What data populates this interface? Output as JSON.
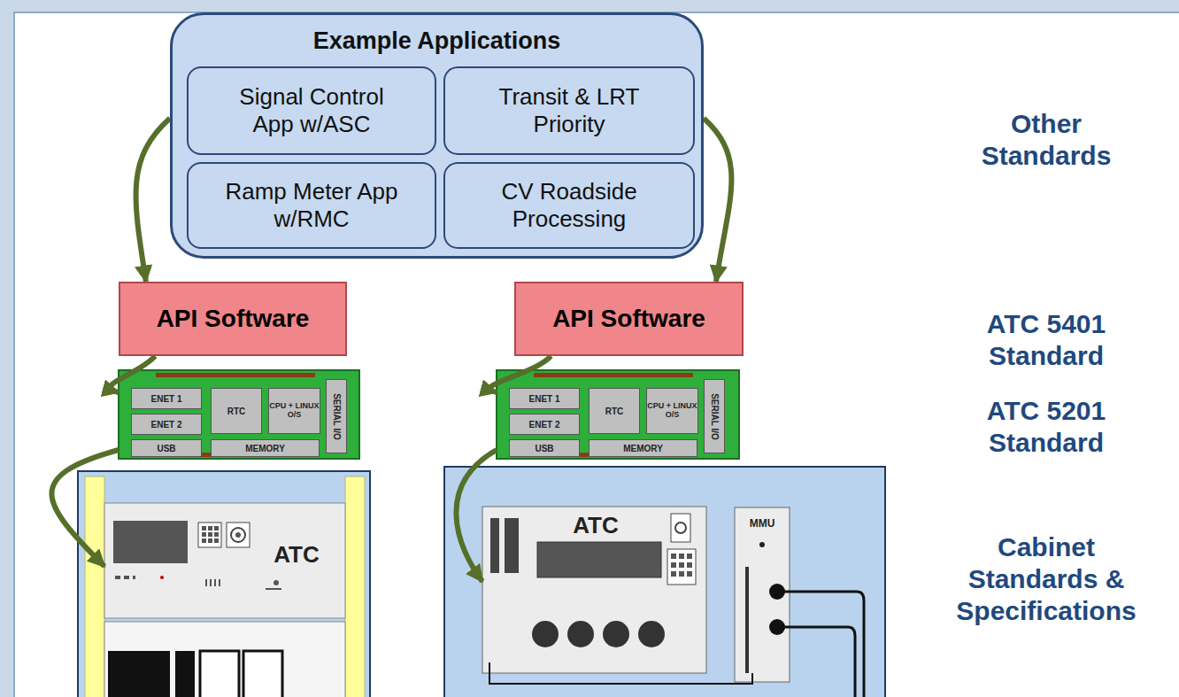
{
  "diagram": {
    "nodes": [
      {
        "text": [
          "Example Applications"
        ]
      },
      {
        "text": [
          "Signal Control App w/ASC"
        ],
        "in": 0
      },
      {
        "text": [
          "Transit & LRT Priority"
        ],
        "in": 0
      },
      {
        "text": [
          "Ramp Meter App w/RMC"
        ],
        "in": 0
      },
      {
        "text": [
          "CV Roadside Processing"
        ],
        "in": 0
      },
      {
        "text": [
          "API Software"
        ]
      },
      {
        "text": [
          "API Software"
        ]
      },
      {
        "text": []
      },
      {
        "text": [
          "ENET 1"
        ],
        "in": 7
      },
      {
        "text": [
          "RTC"
        ],
        "in": 7
      },
      {
        "text": [
          "CPU + LINUX O/S"
        ],
        "in": 7
      },
      {
        "text": [
          "SERIAL I/O"
        ],
        "in": 7
      },
      {
        "text": [
          "ENET 2"
        ],
        "in": 7
      },
      {
        "text": [
          "USB"
        ],
        "in": 7
      },
      {
        "text": [
          "MEMORY"
        ],
        "in": 7
      },
      {
        "text": []
      },
      {
        "text": [
          "ENET 1"
        ],
        "in": 15
      },
      {
        "text": [
          "RTC"
        ],
        "in": 15
      },
      {
        "text": [
          "CPU + LINUX O/S"
        ],
        "in": 15
      },
      {
        "text": [
          "SERIAL I/O"
        ],
        "in": 15
      },
      {
        "text": [
          "ENET 2"
        ],
        "in": 15
      },
      {
        "text": [
          "USB"
        ],
        "in": 15
      },
      {
        "text": [
          "MEMORY"
        ],
        "in": 15
      },
      {
        "text": [
          "ATC"
        ]
      },
      {
        "text": [
          "ATC"
        ]
      },
      {
        "text": [
          "MMU"
        ]
      }
    ],
    "edges": [
      {
        "from": 0,
        "to": 5,
        "arrow": "to"
      },
      {
        "from": 0,
        "to": 6,
        "arrow": "to"
      },
      {
        "from": 5,
        "to": 7,
        "arrow": "to"
      },
      {
        "from": 6,
        "to": 15,
        "arrow": "to"
      },
      {
        "from": 7,
        "to": 23,
        "arrow": "to"
      },
      {
        "from": 15,
        "to": 24,
        "arrow": "to"
      }
    ],
    "labels": [
      "Other Standards",
      "ATC 5401 Standard",
      "ATC 5201 Standard",
      "Cabinet Standards & Specifications"
    ]
  }
}
